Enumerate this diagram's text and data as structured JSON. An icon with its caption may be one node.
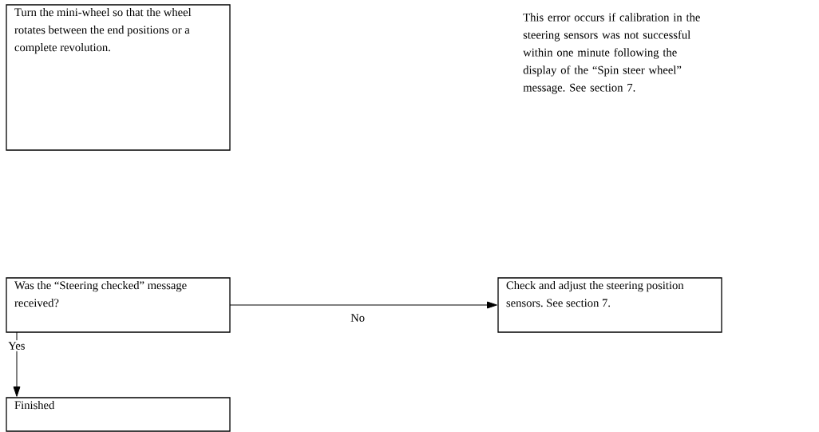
{
  "diagram": {
    "nodes": [
      {
        "text": [
          "Turn the mini-wheel so that the wheel rotates between the end positions or a complete revolution."
        ]
      },
      {
        "text": [
          "Was the “Steering checked” message received?"
        ]
      },
      {
        "text": [
          "Check and adjust the steering position sensors. See section 7."
        ]
      },
      {
        "text": [
          "Finished"
        ]
      }
    ],
    "edges": [
      {
        "from": 1,
        "to": 2,
        "arrow": "to",
        "label": "No"
      },
      {
        "from": 1,
        "to": 3,
        "arrow": "to",
        "label": "Yes"
      }
    ],
    "labels": [
      "This error occurs if calibration in the steering sensors was not successful within one minute following the display of the “Spin steer wheel” message. See section 7."
    ]
  }
}
